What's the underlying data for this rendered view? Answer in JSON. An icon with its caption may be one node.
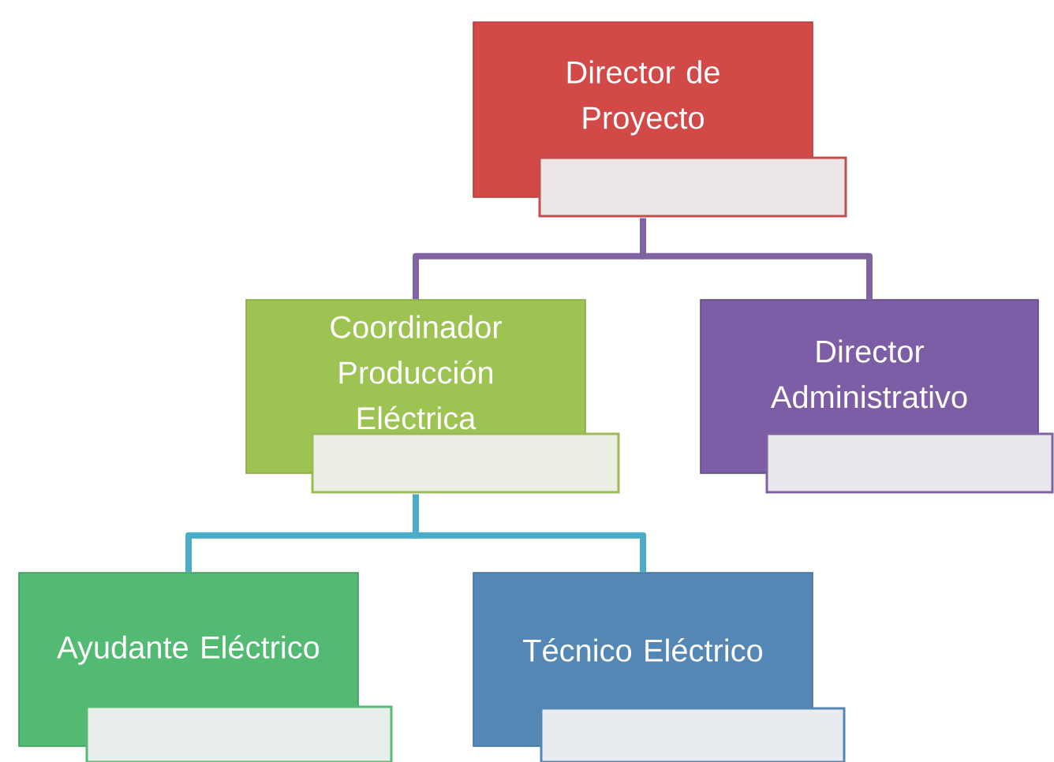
{
  "diagram": {
    "nodes": [
      {
        "text": [
          "Director de Proyecto"
        ]
      },
      {
        "text": [
          "Coordinador Producción Eléctrica"
        ]
      },
      {
        "text": [
          "Director Administrativo"
        ]
      },
      {
        "text": [
          "Ayudante Eléctrico"
        ]
      },
      {
        "text": [
          "Técnico Eléctrico"
        ]
      }
    ],
    "edges": [
      {
        "from": 0,
        "to": 1,
        "arrow": "none",
        "color": "#8064a2"
      },
      {
        "from": 0,
        "to": 2,
        "arrow": "none",
        "color": "#8064a2"
      },
      {
        "from": 1,
        "to": 3,
        "arrow": "none",
        "color": "#4bacc6"
      },
      {
        "from": 1,
        "to": 4,
        "arrow": "none",
        "color": "#4bacc6"
      }
    ]
  }
}
